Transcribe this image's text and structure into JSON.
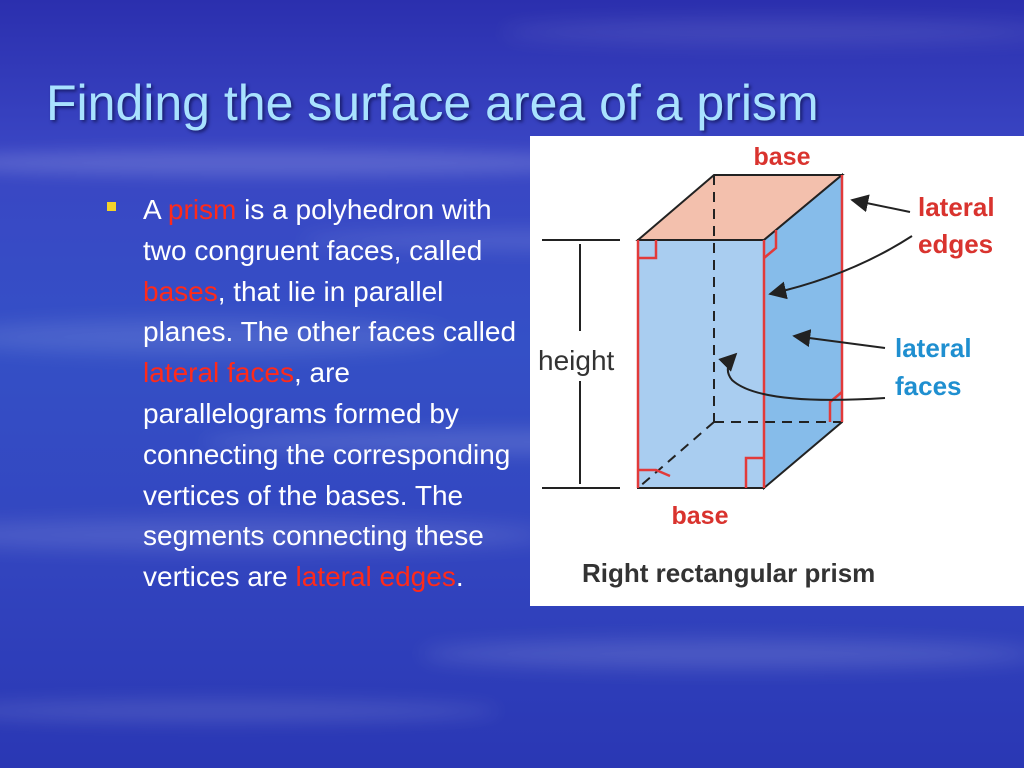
{
  "slide": {
    "title": "Finding the surface area of a prism",
    "text": {
      "p1": "A ",
      "term_prism": "prism",
      "p2": " is a polyhedron with two congruent faces, called ",
      "term_bases": "bases",
      "p3": ", that lie in parallel planes.  The other faces called ",
      "term_lateral_faces": "lateral faces",
      "p4": ", are parallelograms formed by connecting the corresponding vertices of the bases.  The segments connecting these vertices are ",
      "term_lateral_edges": "lateral edges",
      "p5": "."
    }
  },
  "diagram": {
    "label_base_top": "base",
    "label_lateral_edges_1": "lateral",
    "label_lateral_edges_2": "edges",
    "label_lateral_faces_1": "lateral",
    "label_lateral_faces_2": "faces",
    "label_height": "height",
    "label_base_bottom": "base",
    "caption": "Right rectangular prism"
  },
  "colors": {
    "title": "#a9e2ff",
    "highlight": "#ff2a1a",
    "bullet": "#f3d22a",
    "label_red": "#d9332e",
    "label_blue": "#1f8fd0"
  }
}
